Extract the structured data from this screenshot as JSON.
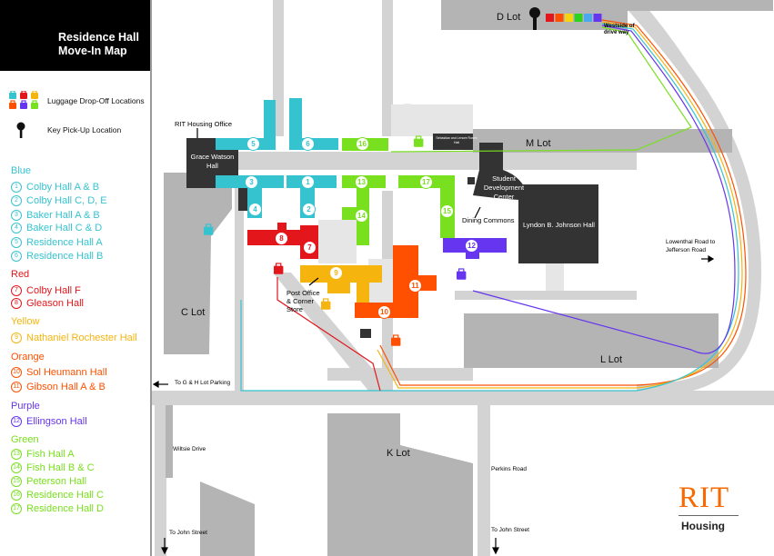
{
  "title": "Residence Hall Move-In Map",
  "legend": {
    "luggage_label": "Luggage Drop-Off Locations",
    "key_label": "Key Pick-Up Location",
    "luggage_icon": "luggage-icon",
    "key_icon": "key-icon"
  },
  "colors": {
    "blue": "#36c3d0",
    "red": "#e3161b",
    "yellow": "#f6b40e",
    "orange": "#fe5000",
    "purple": "#6535ef",
    "green": "#79e01f",
    "building": "#333333",
    "lot": "#b4b4b4",
    "road": "#d0d0d0"
  },
  "groups": [
    {
      "name": "Blue",
      "color": "#36c3d0",
      "items": [
        {
          "n": "1",
          "label": "Colby Hall A & B"
        },
        {
          "n": "2",
          "label": "Colby Hall C, D, E"
        },
        {
          "n": "3",
          "label": "Baker Hall A & B"
        },
        {
          "n": "4",
          "label": "Baker Hall C & D"
        },
        {
          "n": "5",
          "label": "Residence Hall A"
        },
        {
          "n": "6",
          "label": "Residence Hall B"
        }
      ]
    },
    {
      "name": "Red",
      "color": "#e3161b",
      "items": [
        {
          "n": "7",
          "label": "Colby Hall F"
        },
        {
          "n": "8",
          "label": "Gleason Hall"
        }
      ]
    },
    {
      "name": "Yellow",
      "color": "#f6b40e",
      "items": [
        {
          "n": "9",
          "label": "Nathaniel Rochester Hall"
        }
      ]
    },
    {
      "name": "Orange",
      "color": "#fe5000",
      "items": [
        {
          "n": "10",
          "label": "Sol Heumann Hall"
        },
        {
          "n": "11",
          "label": "Gibson Hall A & B"
        }
      ]
    },
    {
      "name": "Purple",
      "color": "#6535ef",
      "items": [
        {
          "n": "12",
          "label": "Ellingson Hall"
        }
      ]
    },
    {
      "name": "Green",
      "color": "#79e01f",
      "items": [
        {
          "n": "13",
          "label": "Fish Hall A"
        },
        {
          "n": "14",
          "label": "Fish Hall B & C"
        },
        {
          "n": "15",
          "label": "Peterson Hall"
        },
        {
          "n": "16",
          "label": "Residence Hall C"
        },
        {
          "n": "17",
          "label": "Residence Hall D"
        }
      ]
    }
  ],
  "map": {
    "lots": {
      "d": "D Lot",
      "m": "M Lot",
      "c": "C Lot",
      "l": "L Lot",
      "k": "K Lot"
    },
    "buildings": {
      "grace_watson": "Grace Watson Hall",
      "sdc": "Student Development Center",
      "lbj": "Lyndon B. Johnson Hall",
      "small_hall": "Sebastian and Lenore Rosen Hall"
    },
    "labels": {
      "housing_office": "RIT Housing Office",
      "dining": "Dining Commons",
      "post_office": "Post Office & Corner Store",
      "westside": "Westside of drive way",
      "lowenthal": "Lowenthal Road to Jefferson Road",
      "gh_parking": "To G & H Lot Parking",
      "wiltsie": "Wiltsie Drive",
      "perkins": "Perkins Road",
      "john_street_1": "To John Street",
      "john_street_2": "To John Street"
    }
  },
  "logo": {
    "name": "RIT",
    "sub": "Housing"
  }
}
